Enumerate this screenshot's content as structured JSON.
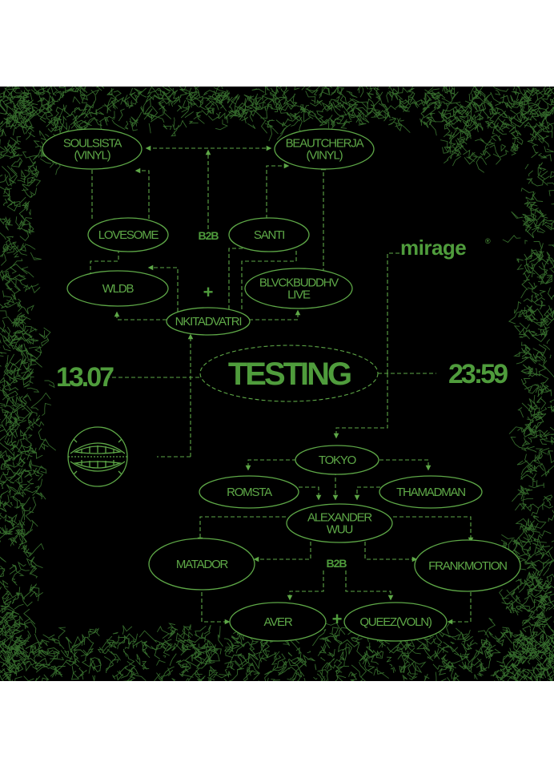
{
  "colors": {
    "background": "#000000",
    "accent": "#5ea847",
    "accent_bold": "#4f9c3c",
    "frame_texture": "#3d7a33",
    "page_margin": "#ffffff"
  },
  "center": {
    "title": "TESTING"
  },
  "date": "13.07",
  "time": "23:59",
  "brand": {
    "name": "mirage",
    "mark": "®"
  },
  "logo": {
    "icon": "grinning-mouth-logo-icon"
  },
  "top_section": {
    "nodes": {
      "soulsista": [
        "SOULSISTA",
        "(VINYL)"
      ],
      "beautcherja": [
        "BEAUTCHERJA",
        "(VINYL)"
      ],
      "lovesome": [
        "LOVESOME"
      ],
      "santi": [
        "SANTI"
      ],
      "wldb": [
        "WLDB"
      ],
      "blvck": [
        "BLVCKBUDDHV",
        "LIVE"
      ],
      "nkita": [
        "NKITADVATRI"
      ]
    },
    "b2b": "B2B",
    "plus": "+"
  },
  "bottom_section": {
    "nodes": {
      "tokyo": [
        "TOKYO"
      ],
      "romsta": [
        "ROMSTA"
      ],
      "thamadman": [
        "THAMADMAN"
      ],
      "alexander": [
        "ALEXANDER",
        "WUU"
      ],
      "matador": [
        "MATADOR"
      ],
      "frankmotion": [
        "FRANKMOTION"
      ],
      "aver": [
        "AVER"
      ],
      "queez": [
        "QUEEZ(VOLN)"
      ]
    },
    "b2b": "B2B",
    "plus": "+"
  }
}
